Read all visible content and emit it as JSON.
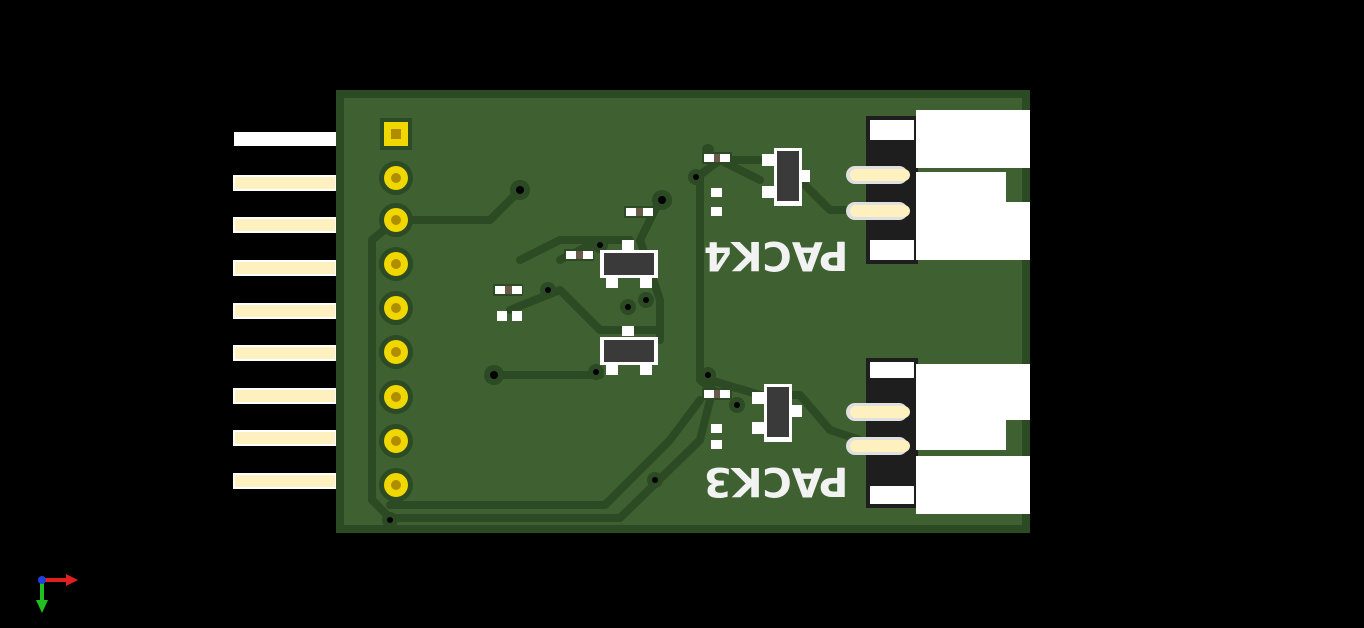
{
  "scene": {
    "background": "#000000",
    "board_color": "#3f6030",
    "trace_color": "#2c4a23",
    "pad_color": "#f0d700",
    "header_pin_color": "#fff0c0"
  },
  "board": {
    "labels": {
      "connector_top": "PACK4",
      "connector_bottom": "PACK3"
    },
    "header": {
      "pin_count": 9
    }
  },
  "axes_gizmo": {
    "x_color": "#e02020",
    "y_color": "#20c020",
    "z_color": "#2040e0"
  }
}
